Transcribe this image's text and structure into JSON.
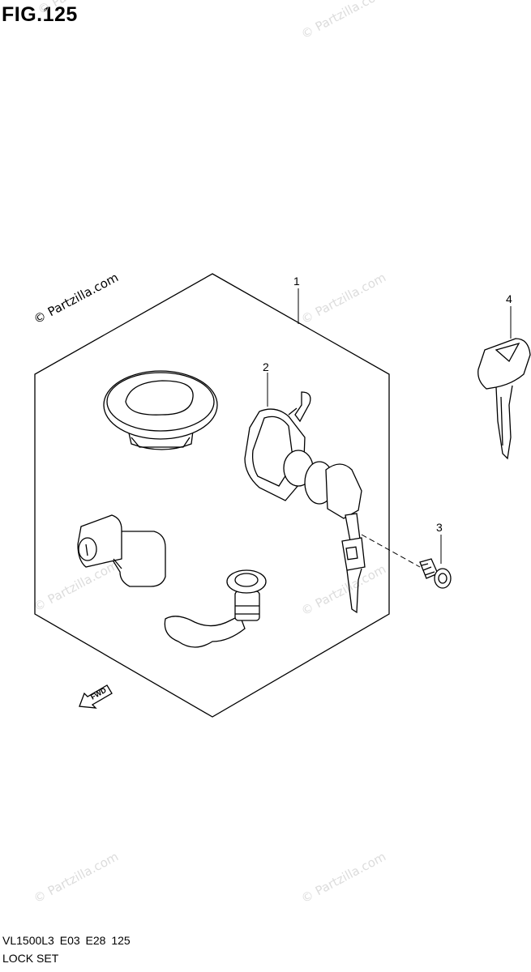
{
  "figure": {
    "title": "FIG.125",
    "code_line": "VL1500L3 E03 E28 125",
    "name": "LOCK SET"
  },
  "callouts": [
    {
      "number": "1",
      "part": "lock-set-assembly"
    },
    {
      "number": "2",
      "part": "seat-lock-with-keys"
    },
    {
      "number": "3",
      "part": "screw"
    },
    {
      "number": "4",
      "part": "key-blank"
    }
  ],
  "fwd_label": "FWD",
  "watermark": "© Partzilla.com",
  "colors": {
    "line": "#000000",
    "watermark": "#dcdcdc",
    "background": "#ffffff"
  },
  "icons": [
    "fuel-cap-icon",
    "steering-lock-icon",
    "seat-lock-icon",
    "helmet-lock-icon",
    "key-icon",
    "screw-icon",
    "fwd-arrow-icon"
  ]
}
